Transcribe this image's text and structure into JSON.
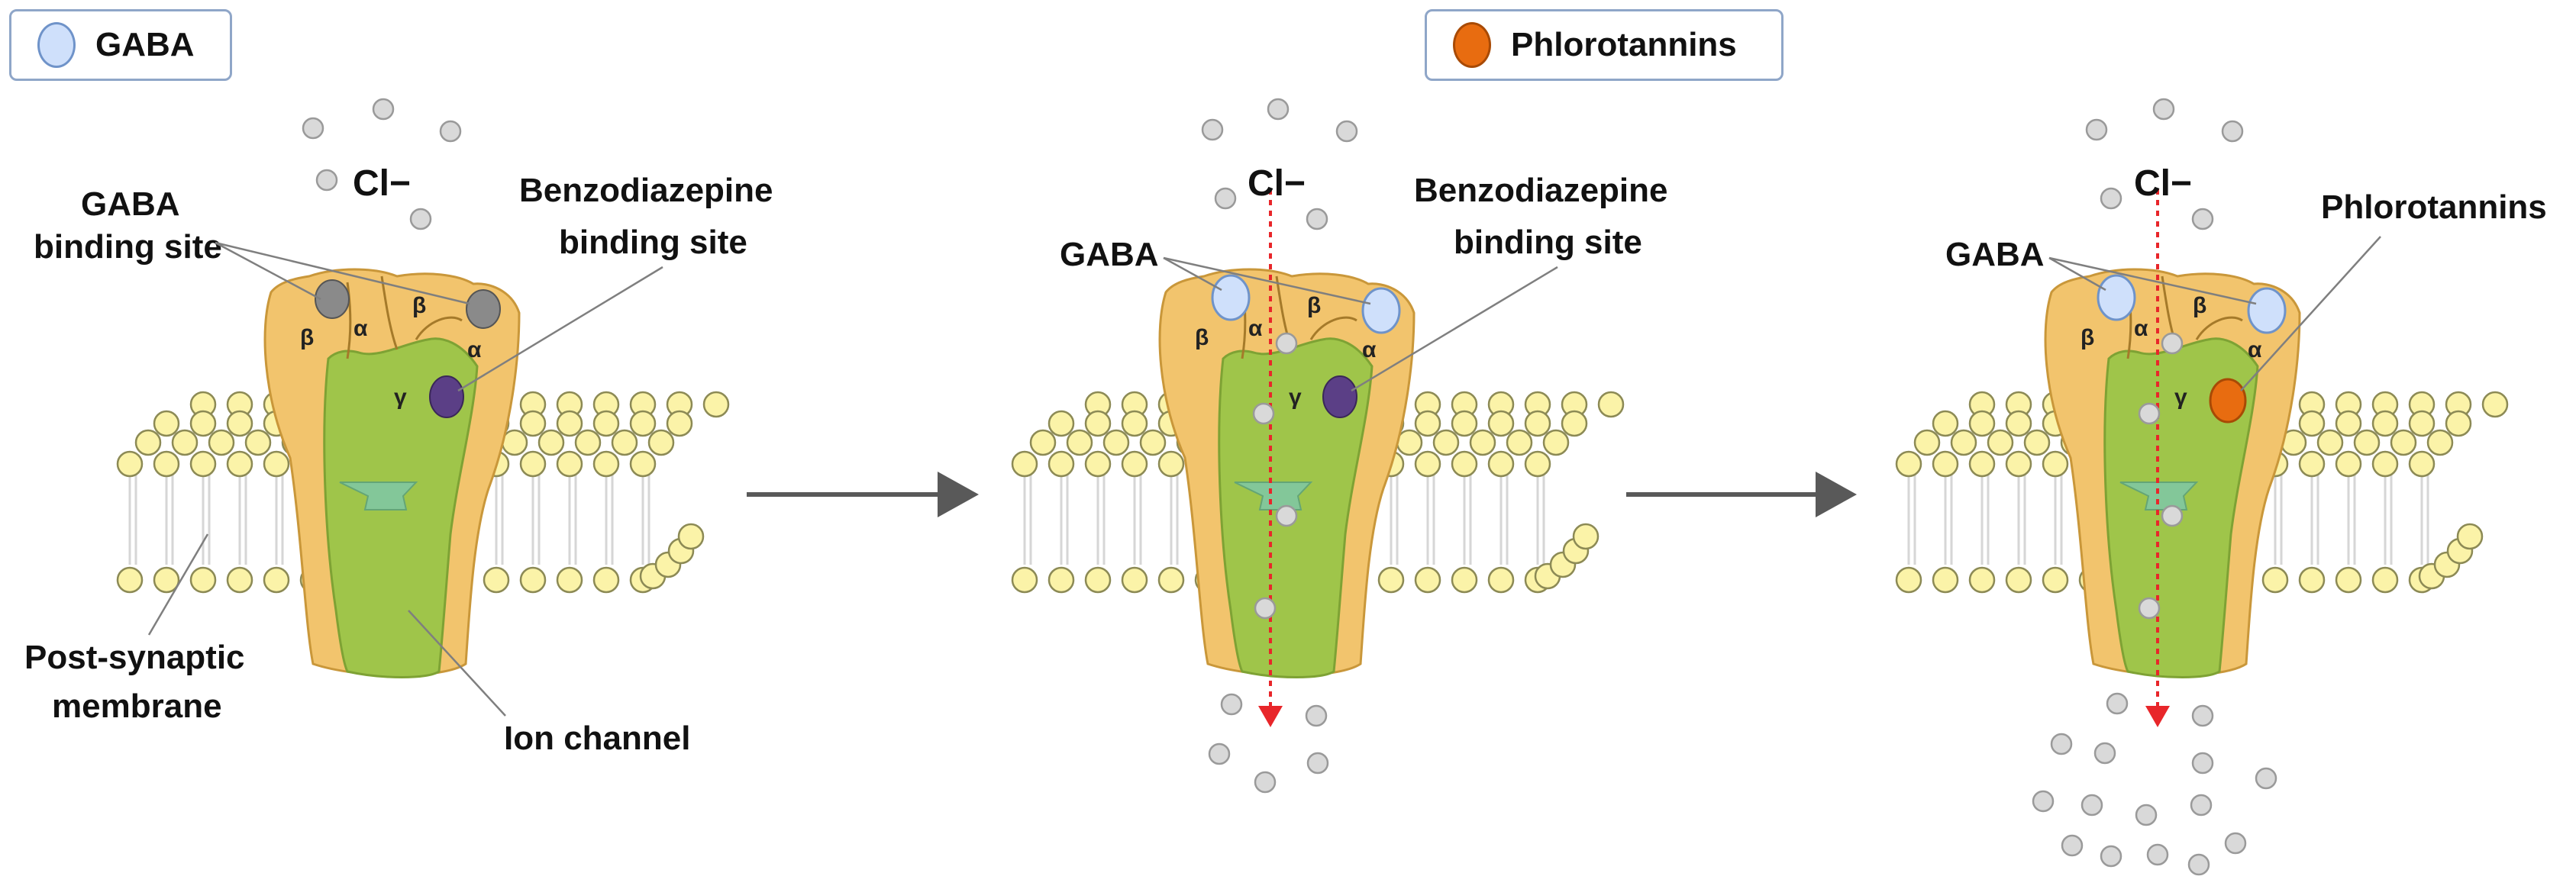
{
  "legend": {
    "gaba": {
      "label": "GABA",
      "color": "#cfe0fb"
    },
    "phlorotannins": {
      "label": "Phlorotannins",
      "color": "#e86c10"
    }
  },
  "panels": [
    {
      "chloride": "Cl−",
      "gaba_label_line1": "GABA",
      "gaba_label_line2": "binding site",
      "site_label_line1": "Benzodiazepine",
      "site_label_line2": "binding site",
      "membrane_label_line1": "Post-synaptic",
      "membrane_label_line2": "membrane",
      "channel_label": "Ion channel"
    },
    {
      "chloride": "Cl−",
      "gaba_label": "GABA",
      "site_label_line1": "Benzodiazepine",
      "site_label_line2": "binding site"
    },
    {
      "chloride": "Cl−",
      "gaba_label": "GABA",
      "site_label": "Phlorotannins"
    }
  ],
  "subunits": {
    "beta": "β",
    "alpha": "α",
    "gamma": "γ"
  },
  "colors": {
    "receptor_outer": "#f2c46d",
    "receptor_inner": "#9fc54a",
    "lipid_head": "#fbf3a8",
    "benzodiazepine_site": "#5b3f86",
    "gaba_site_empty": "#8a8a8a",
    "chloride_ion": "#d9d9d9",
    "flow_arrow": "#e8262a",
    "arrow": "#595959"
  }
}
